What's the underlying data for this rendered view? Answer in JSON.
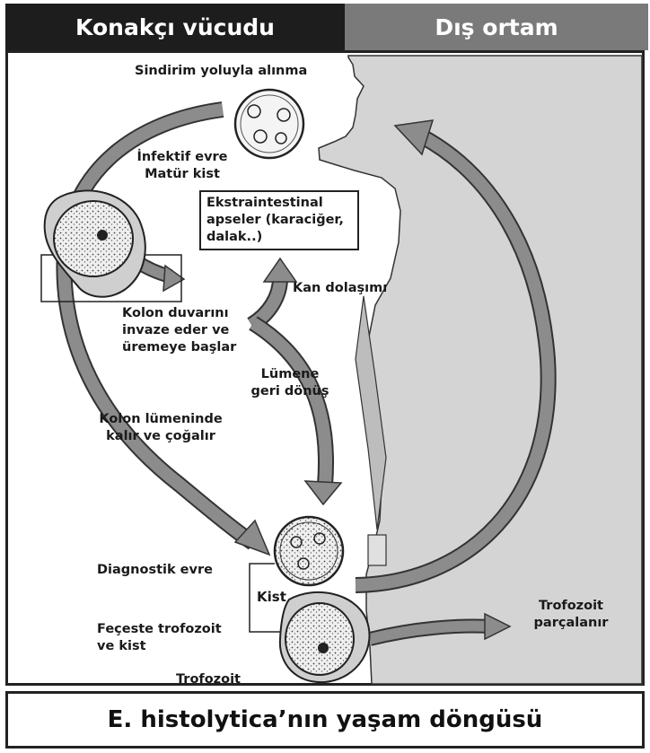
{
  "header": {
    "left": "Konakçı vücudu",
    "right": "Dış ortam"
  },
  "labels": {
    "ingestion": "Sindirim yoluyla alınma",
    "infective_1": "İnfektif evre",
    "infective_2": "Matür kist",
    "extra_1": "Ekstraintestinal",
    "extra_2": "apseler (karaciğer,",
    "extra_3": "dalak..)",
    "blood": "Kan dolaşımı",
    "invade_1": "Kolon duvarını",
    "invade_2": "invaze eder ve",
    "invade_3": "üremeye başlar",
    "return_1": "Lümene",
    "return_2": "geri dönüş",
    "lumen_1": "Kolon lümeninde",
    "lumen_2": "kalır ve çoğalır",
    "diagnostic": "Diagnostik evre",
    "kist": "Kist",
    "feces_1": "Feçeste trofozoit",
    "feces_2": "ve kist",
    "trofozoit": "Trofozoit",
    "breaks_1": "Trofozoit",
    "breaks_2": "parçalanır"
  },
  "caption": "E. histolytica’nın yaşam döngüsü",
  "colors": {
    "arrow": "#8c8c8c",
    "outside": "#d4d4d4",
    "header_left": "#1d1d1d",
    "header_right": "#7a7a7a"
  }
}
